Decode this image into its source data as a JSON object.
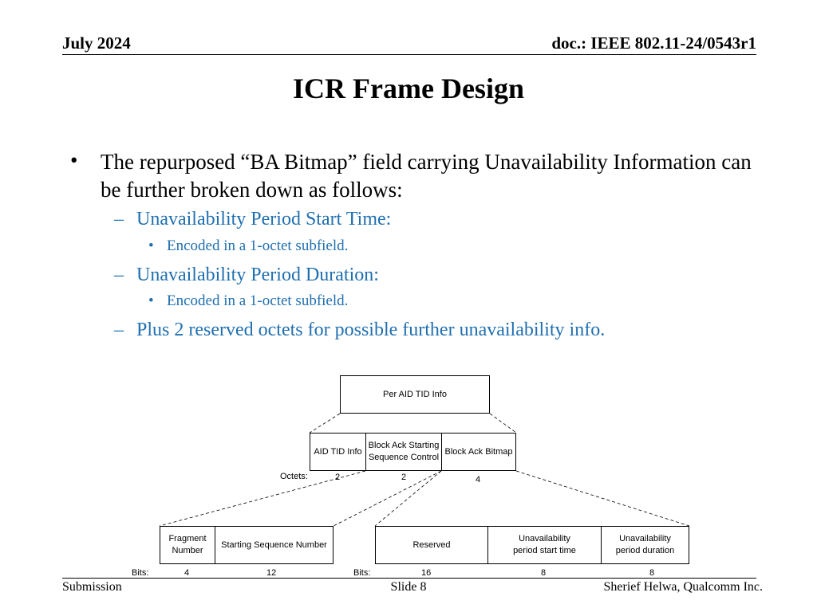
{
  "header": {
    "date": "July 2024",
    "doc": "doc.: IEEE 802.11-24/0543r1"
  },
  "title": "ICR Frame Design",
  "bullets": {
    "main": "The repurposed “BA Bitmap” field carrying Unavailability Information can be further broken down as follows:",
    "items": [
      {
        "text": "Unavailability Period Start Time:",
        "sub": "Encoded in a 1-octet subfield."
      },
      {
        "text": "Unavailability Period Duration:",
        "sub": "Encoded in a 1-octet subfield."
      },
      {
        "text": "Plus 2 reserved octets for possible further unavailability info."
      }
    ],
    "dash_symbol": "–",
    "bullet_symbol": "•"
  },
  "diagram": {
    "top_box": "Per AID TID Info",
    "mid": {
      "fields": [
        "AID TID Info",
        "Block Ack Starting Sequence Control",
        "Block Ack Bitmap"
      ],
      "octets_label": "Octets:",
      "octets": [
        "2",
        "2",
        "4"
      ]
    },
    "left": {
      "fields": [
        "Fragment Number",
        "Starting Sequence Number"
      ],
      "bits_label": "Bits:",
      "bits": [
        "4",
        "12"
      ]
    },
    "right": {
      "fields": [
        "Reserved",
        "Unavailability period start time",
        "Unavailability period duration"
      ],
      "bits_label": "Bits:",
      "bits": [
        "16",
        "8",
        "8"
      ]
    }
  },
  "footer": {
    "left": "Submission",
    "center": "Slide 8",
    "right": "Sherief Helwa, Qualcomm Inc."
  }
}
